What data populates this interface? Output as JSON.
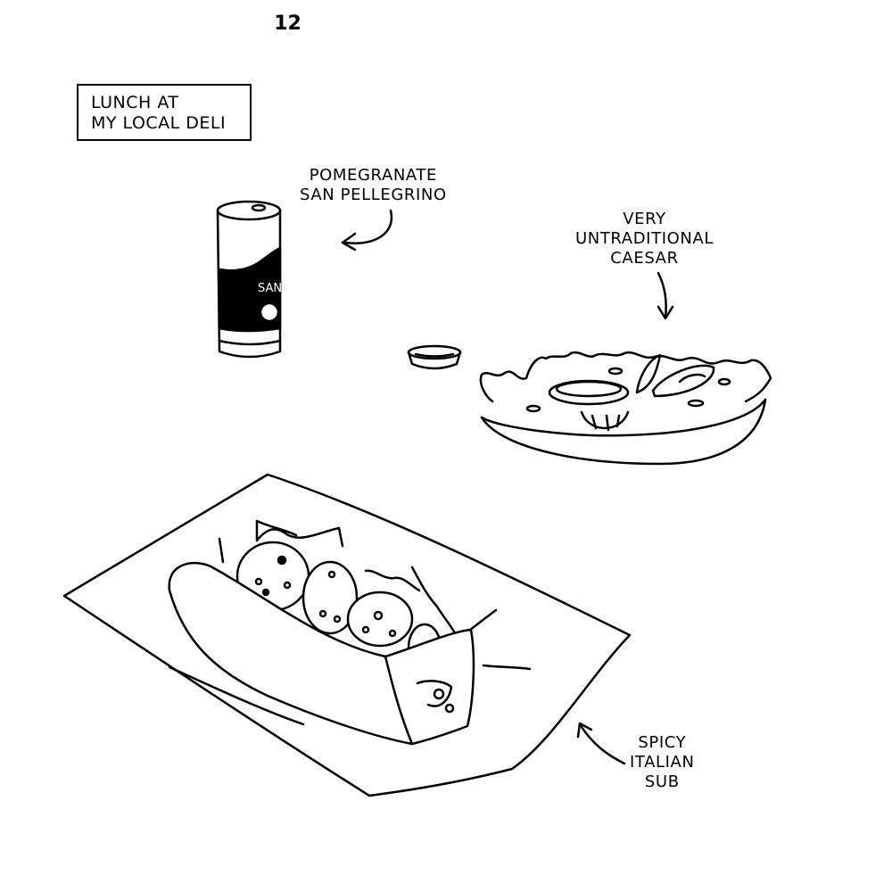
{
  "page_number": "12",
  "title": {
    "line1": "LUNCH AT",
    "line2": "MY LOCAL DELI"
  },
  "labels": {
    "drink": {
      "line1": "POMEGRANATE",
      "line2": "SAN PELLEGRINO"
    },
    "salad": {
      "line1": "VERY",
      "line2": "UNTRADITIONAL",
      "line3": "CAESAR"
    },
    "sub": {
      "line1": "SPICY",
      "line2": "ITALIAN",
      "line3": "SUB"
    }
  },
  "can_label": "SAN"
}
